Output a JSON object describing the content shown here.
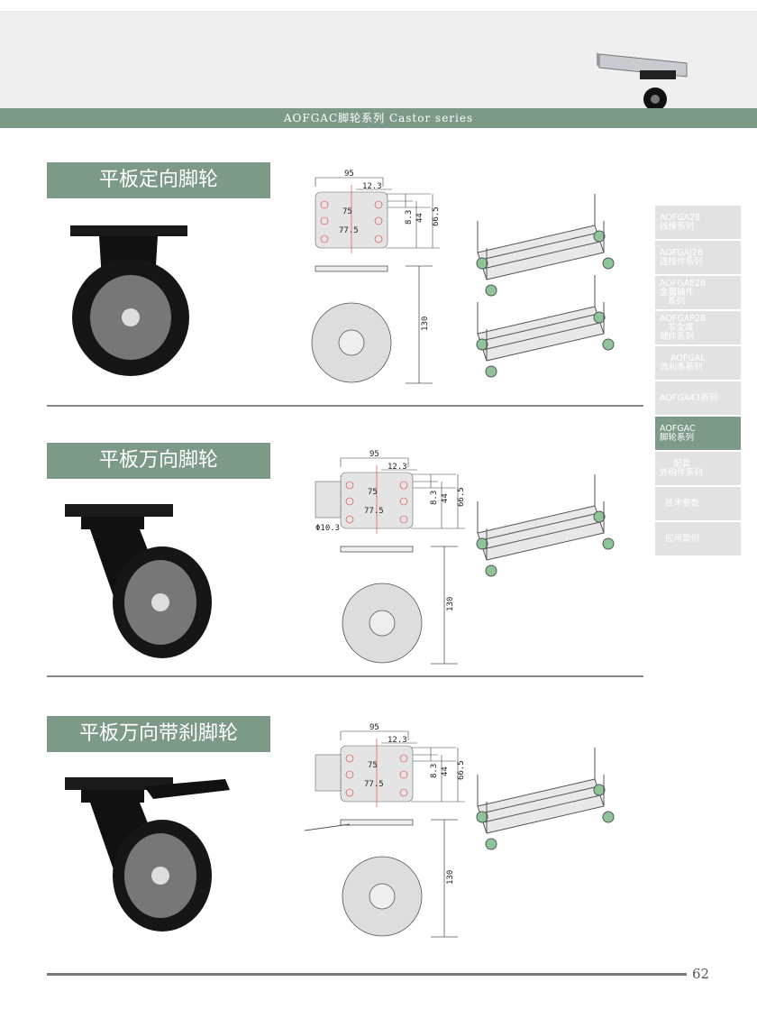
{
  "header": {
    "band_text": "AOFGAC脚轮系列  Castor series"
  },
  "sections": [
    {
      "title": "平板定向脚轮",
      "type": "fixed",
      "dims": {
        "width": "95",
        "offset": "12.3",
        "hole_w": "75",
        "hole_w2": "77.5",
        "h1": "8.3",
        "h2": "44",
        "h3": "66.5",
        "height": "130"
      }
    },
    {
      "title": "平板万向脚轮",
      "type": "swivel",
      "dims": {
        "width": "95",
        "offset": "12.3",
        "hole_w": "75",
        "hole_w2": "77.5",
        "h1": "8.3",
        "h2": "44",
        "h3": "66.5",
        "height": "130",
        "hole_dia": "Φ10.3"
      }
    },
    {
      "title": "平板万向带刹脚轮",
      "type": "brake",
      "dims": {
        "width": "95",
        "offset": "12.3",
        "hole_w": "75",
        "hole_w2": "77.5",
        "h1": "8.3",
        "h2": "44",
        "h3": "66.5",
        "height": "130"
      }
    }
  ],
  "sidebar": [
    {
      "label": "AOFGA28\n线棒系列"
    },
    {
      "label": "AOFGAJ28\n连接件系列"
    },
    {
      "label": "AOFGAE28\n金属辅件\n   系列"
    },
    {
      "label": "AOFGAP28\n   非金属\n辅件系列"
    },
    {
      "label": "    AOFGAL\n流利条系列"
    },
    {
      "label": "AOFGA43系列"
    },
    {
      "label": "AOFGAC\n脚轮系列",
      "active": true
    },
    {
      "label": "     配套\n外购件系列"
    },
    {
      "label": "  技术参数"
    },
    {
      "label": "  应用案例"
    }
  ],
  "footer": {
    "page_number": "62"
  },
  "colors": {
    "accent": "#7d9a88",
    "sidebar": "#e2e2e2"
  }
}
